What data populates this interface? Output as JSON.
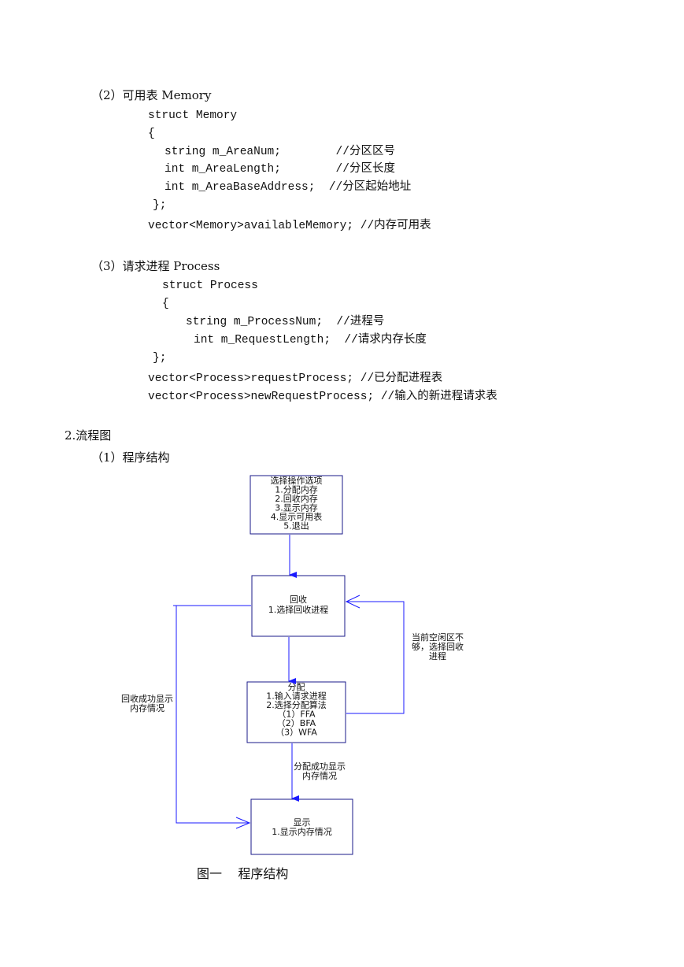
{
  "memory": {
    "heading": "（2）可用表 Memory",
    "lines": [
      "struct Memory",
      "{",
      "string m_AreaNum;        //分区区号",
      "int m_AreaLength;        //分区长度",
      "int m_AreaBaseAddress;  //分区起始地址",
      "};",
      "vector<Memory>availableMemory; //内存可用表"
    ]
  },
  "process": {
    "heading": "（3）请求进程 Process",
    "lines": [
      "struct Process",
      "{",
      "string m_ProcessNum;  //进程号",
      "int m_RequestLength;  //请求内存长度",
      "};",
      "vector<Process>requestProcess; //已分配进程表",
      "vector<Process>newRequestProcess; //输入的新进程请求表"
    ]
  },
  "section": {
    "title": "2.流程图",
    "subtitle": "（1）程序结构"
  },
  "flowchart": {
    "menu_box": [
      "选择操作选项",
      "1.分配内存",
      "2.回收内存",
      "3.显示内存",
      "4.显示可用表",
      "5.退出"
    ],
    "recycle_box": [
      "回收",
      "1.选择回收进程"
    ],
    "allocate_box": [
      "分配",
      "1.输入请求进程",
      "2.选择分配算法",
      "（1）FFA",
      "（2）BFA",
      "（3）WFA"
    ],
    "display_box": [
      "显示",
      "1.显示内存情况"
    ],
    "label_left": [
      "回收成功显示",
      "内存情况"
    ],
    "label_right": [
      "当前空闲区不",
      "够，选择回收",
      "进程"
    ],
    "label_bottom": [
      "分配成功显示",
      "内存情况"
    ],
    "line_color": "#1a1aff",
    "caption": "图一    程序结构"
  }
}
